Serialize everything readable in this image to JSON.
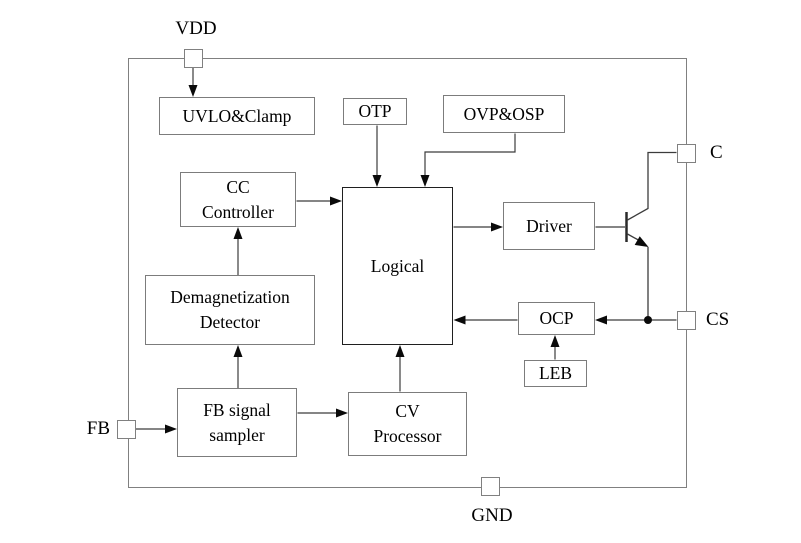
{
  "blocks": {
    "uvlo_clamp": {
      "lines": [
        "UVLO&Clamp"
      ]
    },
    "otp": {
      "lines": [
        "OTP"
      ]
    },
    "ovp_osp": {
      "lines": [
        "OVP&OSP"
      ]
    },
    "cc_controller": {
      "lines": [
        "CC",
        "Controller"
      ]
    },
    "logical": {
      "lines": [
        "Logical"
      ]
    },
    "driver": {
      "lines": [
        "Driver"
      ]
    },
    "demag_detector": {
      "lines": [
        "Demagnetization",
        "Detector"
      ]
    },
    "ocp": {
      "lines": [
        "OCP"
      ]
    },
    "leb": {
      "lines": [
        "LEB"
      ]
    },
    "fb_sampler": {
      "lines": [
        "FB signal",
        "sampler"
      ]
    },
    "cv_processor": {
      "lines": [
        "CV",
        "Processor"
      ]
    }
  },
  "pins": {
    "vdd": {
      "label": "VDD"
    },
    "fb": {
      "label": "FB"
    },
    "c": {
      "label": "C"
    },
    "cs": {
      "label": "CS"
    },
    "gnd": {
      "label": "GND"
    }
  },
  "symbols": {
    "transistor": "npn-transistor",
    "junction": "junction-dot"
  },
  "colors": {
    "line": "#3c3c3c",
    "arrow": "#0a0a0a",
    "text": "#000000",
    "background": "#ffffff",
    "block_border": "#7c7c7c",
    "logical_border": "#1f1f1f",
    "outer_border": "#808080"
  }
}
